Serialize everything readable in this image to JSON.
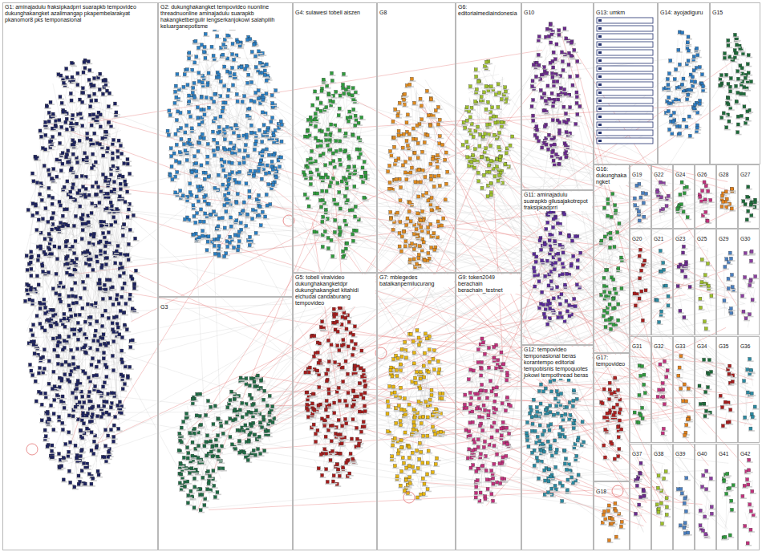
{
  "diagram": {
    "nodes": [
      {
        "text": [
          "G1: aminajadulu fraksipkadprri suarapkb tempovideo dukunghakangket azalimangap pkapembelarakyat pkanomor8 pks temponasional"
        ]
      },
      {
        "text": [
          "G2: dukunghakangket tempovideo nuonline threadnuonline aminajadulu suarapkb hakangketbergulir lengserkanjokowi salahpilih keluarganepotisme"
        ]
      },
      {
        "text": [
          "G3"
        ]
      },
      {
        "text": [
          "G4: sulawesi tobell aiszen"
        ]
      },
      {
        "text": [
          "G5: tobell viralvideo dukunghakangketdpr dukunghakangket kitahidi elchudai candaburang tempovideo"
        ]
      },
      {
        "text": [
          "G6: editorialmediaindonesia"
        ]
      },
      {
        "text": [
          "G7: mblegedes batalkanpemilucurang"
        ]
      },
      {
        "text": [
          "G8"
        ]
      },
      {
        "text": [
          "G9: token2049 berachain berachain_testnet"
        ]
      },
      {
        "text": [
          "G10"
        ]
      },
      {
        "text": [
          "G11: aminajadulu suarapkb gilusajakotrepot fraksipkadprri"
        ]
      },
      {
        "text": [
          "G12: tempovideo temponasional beras korantempo editorial tempobisnis tempoquotes jokowi tempothread beras"
        ]
      },
      {
        "text": [
          "G13: umkm"
        ]
      },
      {
        "text": [
          "G14: ayojadiguru"
        ]
      },
      {
        "text": [
          "G15"
        ]
      },
      {
        "text": [
          "G16: dukunghakangket"
        ]
      },
      {
        "text": [
          "G17: tempovideo"
        ]
      },
      {
        "text": [
          "G18"
        ]
      },
      {
        "text": [
          "G19"
        ]
      },
      {
        "text": [
          "G22"
        ]
      },
      {
        "text": [
          "G24"
        ]
      },
      {
        "text": [
          "G26"
        ]
      },
      {
        "text": [
          "G28"
        ]
      },
      {
        "text": [
          "G27"
        ]
      },
      {
        "text": [
          "G20"
        ]
      },
      {
        "text": [
          "G21"
        ]
      },
      {
        "text": [
          "G23"
        ]
      },
      {
        "text": [
          "G25"
        ]
      },
      {
        "text": [
          "G29"
        ]
      },
      {
        "text": [
          "G30"
        ]
      },
      {
        "text": [
          "G31"
        ]
      },
      {
        "text": [
          "G32"
        ]
      },
      {
        "text": [
          "G33"
        ]
      },
      {
        "text": [
          "G34"
        ]
      },
      {
        "text": [
          "G35"
        ]
      },
      {
        "text": [
          "G36"
        ]
      },
      {
        "text": [
          "G37"
        ]
      },
      {
        "text": [
          "G38"
        ]
      },
      {
        "text": [
          "G39"
        ]
      },
      {
        "text": [
          "G40"
        ]
      },
      {
        "text": [
          "G41"
        ]
      },
      {
        "text": [
          "G42"
        ]
      }
    ]
  }
}
